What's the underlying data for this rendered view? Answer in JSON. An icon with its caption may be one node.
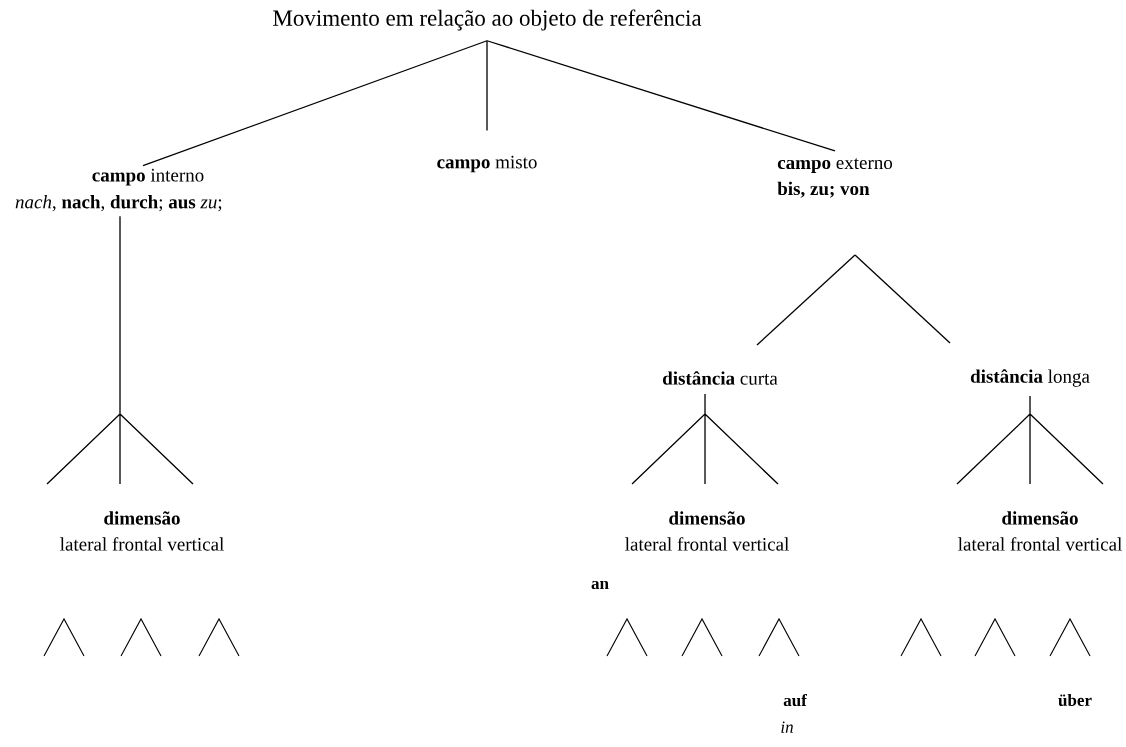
{
  "diagram": {
    "nodes": [
      {
        "text": [
          "Movimento em relação ao objeto de referência"
        ]
      },
      {
        "text": [
          "**campo** interno",
          "*nach*, **nach**, **durch**; **aus** *zu*;"
        ]
      },
      {
        "text": [
          "**campo** misto"
        ]
      },
      {
        "text": [
          "**campo** externo",
          "bis, zu; von"
        ]
      },
      {
        "text": [
          "**distância** curta"
        ]
      },
      {
        "text": [
          "**distância** longa"
        ]
      },
      {
        "text": [
          "dimensão",
          "lateral frontal vertical"
        ]
      },
      {
        "text": [
          "dimensão",
          "lateral frontal vertical"
        ]
      },
      {
        "text": [
          "dimensão",
          "lateral frontal vertical"
        ]
      }
    ],
    "edges": [
      {
        "from": 0,
        "to": 1,
        "arrow": "none"
      },
      {
        "from": 0,
        "to": 2,
        "arrow": "none"
      },
      {
        "from": 0,
        "to": 3,
        "arrow": "none"
      },
      {
        "from": 1,
        "to": 6,
        "arrow": "none"
      },
      {
        "from": 3,
        "to": 4,
        "arrow": "none"
      },
      {
        "from": 3,
        "to": 5,
        "arrow": "none"
      },
      {
        "from": 4,
        "to": 7,
        "arrow": "none"
      },
      {
        "from": 5,
        "to": 8,
        "arrow": "none"
      }
    ],
    "labels": [
      "an",
      "auf",
      "über",
      "in"
    ]
  }
}
